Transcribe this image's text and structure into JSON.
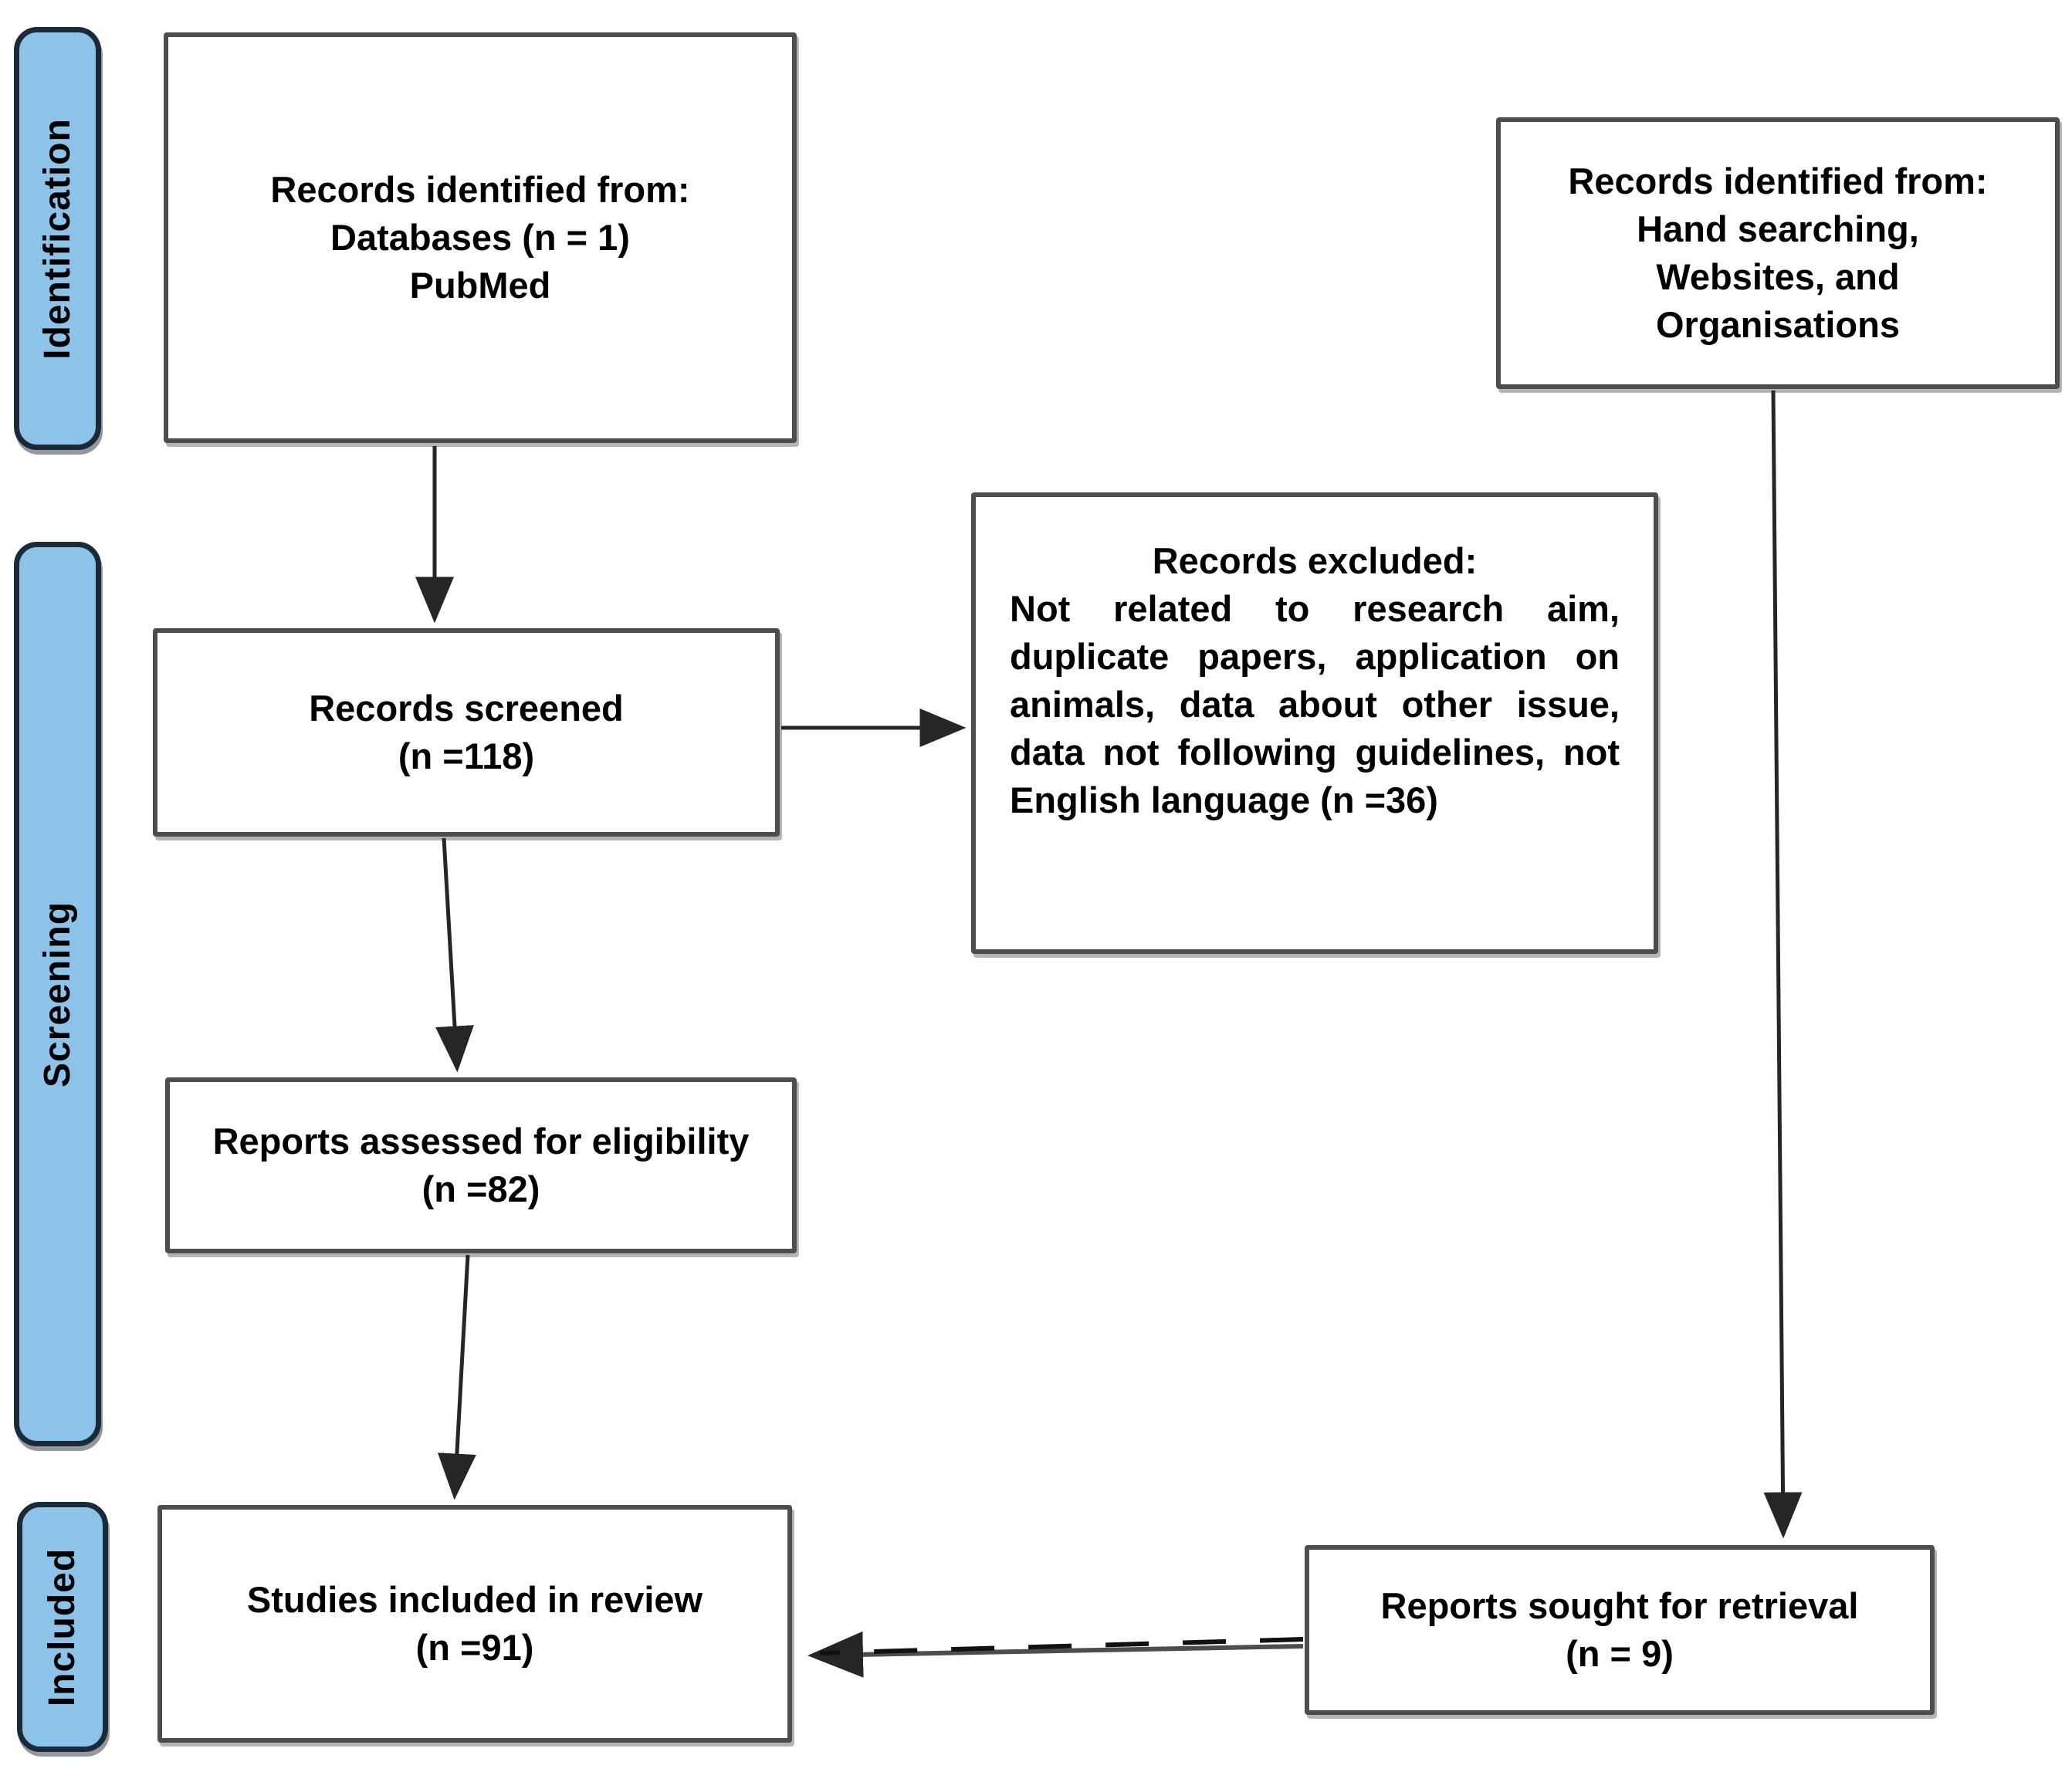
{
  "colors": {
    "stage_fill": "#8DC3E8",
    "stage_border": "#1B2A38",
    "box_border": "#4D4D4D",
    "box_fill": "#FFFFFF",
    "arrow": "#262626",
    "dash": "#111111",
    "text": "#000000",
    "background": "#FFFFFF"
  },
  "stages": [
    {
      "label": "Identification"
    },
    {
      "label": "Screening"
    },
    {
      "label": "Included"
    }
  ],
  "boxes": [
    {
      "lines": [
        "Records identified from:",
        "Databases (n = 1)",
        "PubMed"
      ]
    },
    {
      "lines": [
        "Records identified from:",
        "Hand searching,",
        "Websites, and",
        "Organisations"
      ]
    },
    {
      "lines": [
        "Records screened",
        "(n =118)"
      ]
    },
    {
      "title": "Records excluded:",
      "body": "Not related to research aim, duplicate papers, application on animals, data about other issue, data not following guidelines, not English language (n =36)"
    },
    {
      "lines": [
        "Reports assessed for eligibility",
        "(n =82)"
      ]
    },
    {
      "lines": [
        "Studies included in review",
        "(n =91)"
      ]
    },
    {
      "lines": [
        "Reports sought for retrieval",
        "(n = 9)"
      ]
    }
  ]
}
